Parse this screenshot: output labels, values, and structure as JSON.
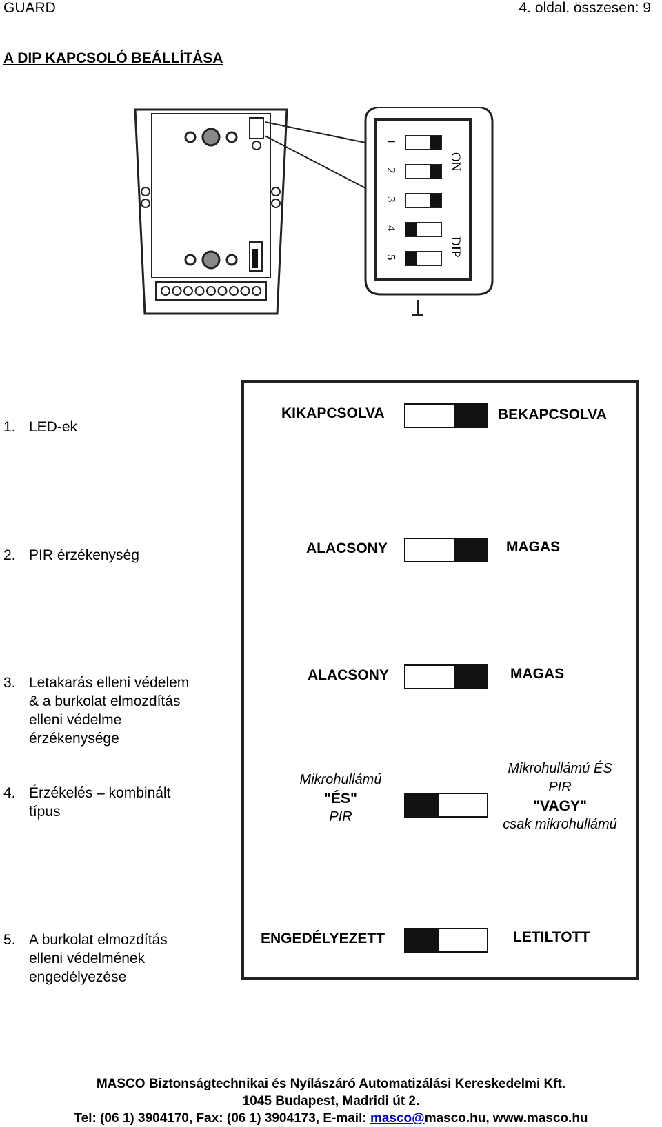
{
  "header": {
    "left": "GUARD",
    "right": "4. oldal, összesen: 9"
  },
  "title": "A DIP KAPCSOLÓ BEÁLLÍTÁSA",
  "diagram": {
    "dip_numbers": [
      "1",
      "2",
      "3",
      "4",
      "5"
    ],
    "on_label": "ON",
    "dip_label": "DIP",
    "dip_state_on": [
      true,
      true,
      true,
      false,
      false
    ]
  },
  "items": [
    {
      "num": "1.",
      "lines": [
        "LED-ek"
      ],
      "left_label": "KIKAPCSOLVA",
      "right_label": "BEKAPCSOLVA",
      "knob": "right"
    },
    {
      "num": "2.",
      "lines": [
        "PIR érzékenység"
      ],
      "left_label": "ALACSONY",
      "right_label": "MAGAS",
      "knob": "right"
    },
    {
      "num": "3.",
      "lines": [
        "Letakarás elleni védelem",
        "& a burkolat elmozdítás",
        "elleni védelme",
        "érzékenysége"
      ],
      "left_label": "ALACSONY",
      "right_label": "MAGAS",
      "knob": "right"
    },
    {
      "num": "4.",
      "lines": [
        "Érzékelés – kombinált",
        "típus"
      ],
      "left_lines": [
        "Mikrohullámú",
        "\"ÉS\"",
        "PIR"
      ],
      "right_lines": [
        "Mikrohullámú ÉS",
        "PIR",
        "\"VAGY\"",
        "csak mikrohullámú"
      ],
      "knob": "left"
    },
    {
      "num": "5.",
      "lines": [
        "A burkolat elmozdítás",
        "elleni védelmének",
        "engedélyezése"
      ],
      "left_label": "ENGEDÉLYEZETT",
      "right_label": "LETILTOTT",
      "knob": "left"
    }
  ],
  "footer": {
    "line1": "MASCO Biztonságtechnikai és Nyílászáró Automatizálási Kereskedelmi Kft.",
    "line2": "1045 Budapest, Madridi út 2.",
    "line3_prefix": "Tel: (06 1) 3904170, Fax: (06 1) 3904173, E-mail: ",
    "email_link": "masco@",
    "line3_suffix": "masco.hu, www.masco.hu"
  }
}
